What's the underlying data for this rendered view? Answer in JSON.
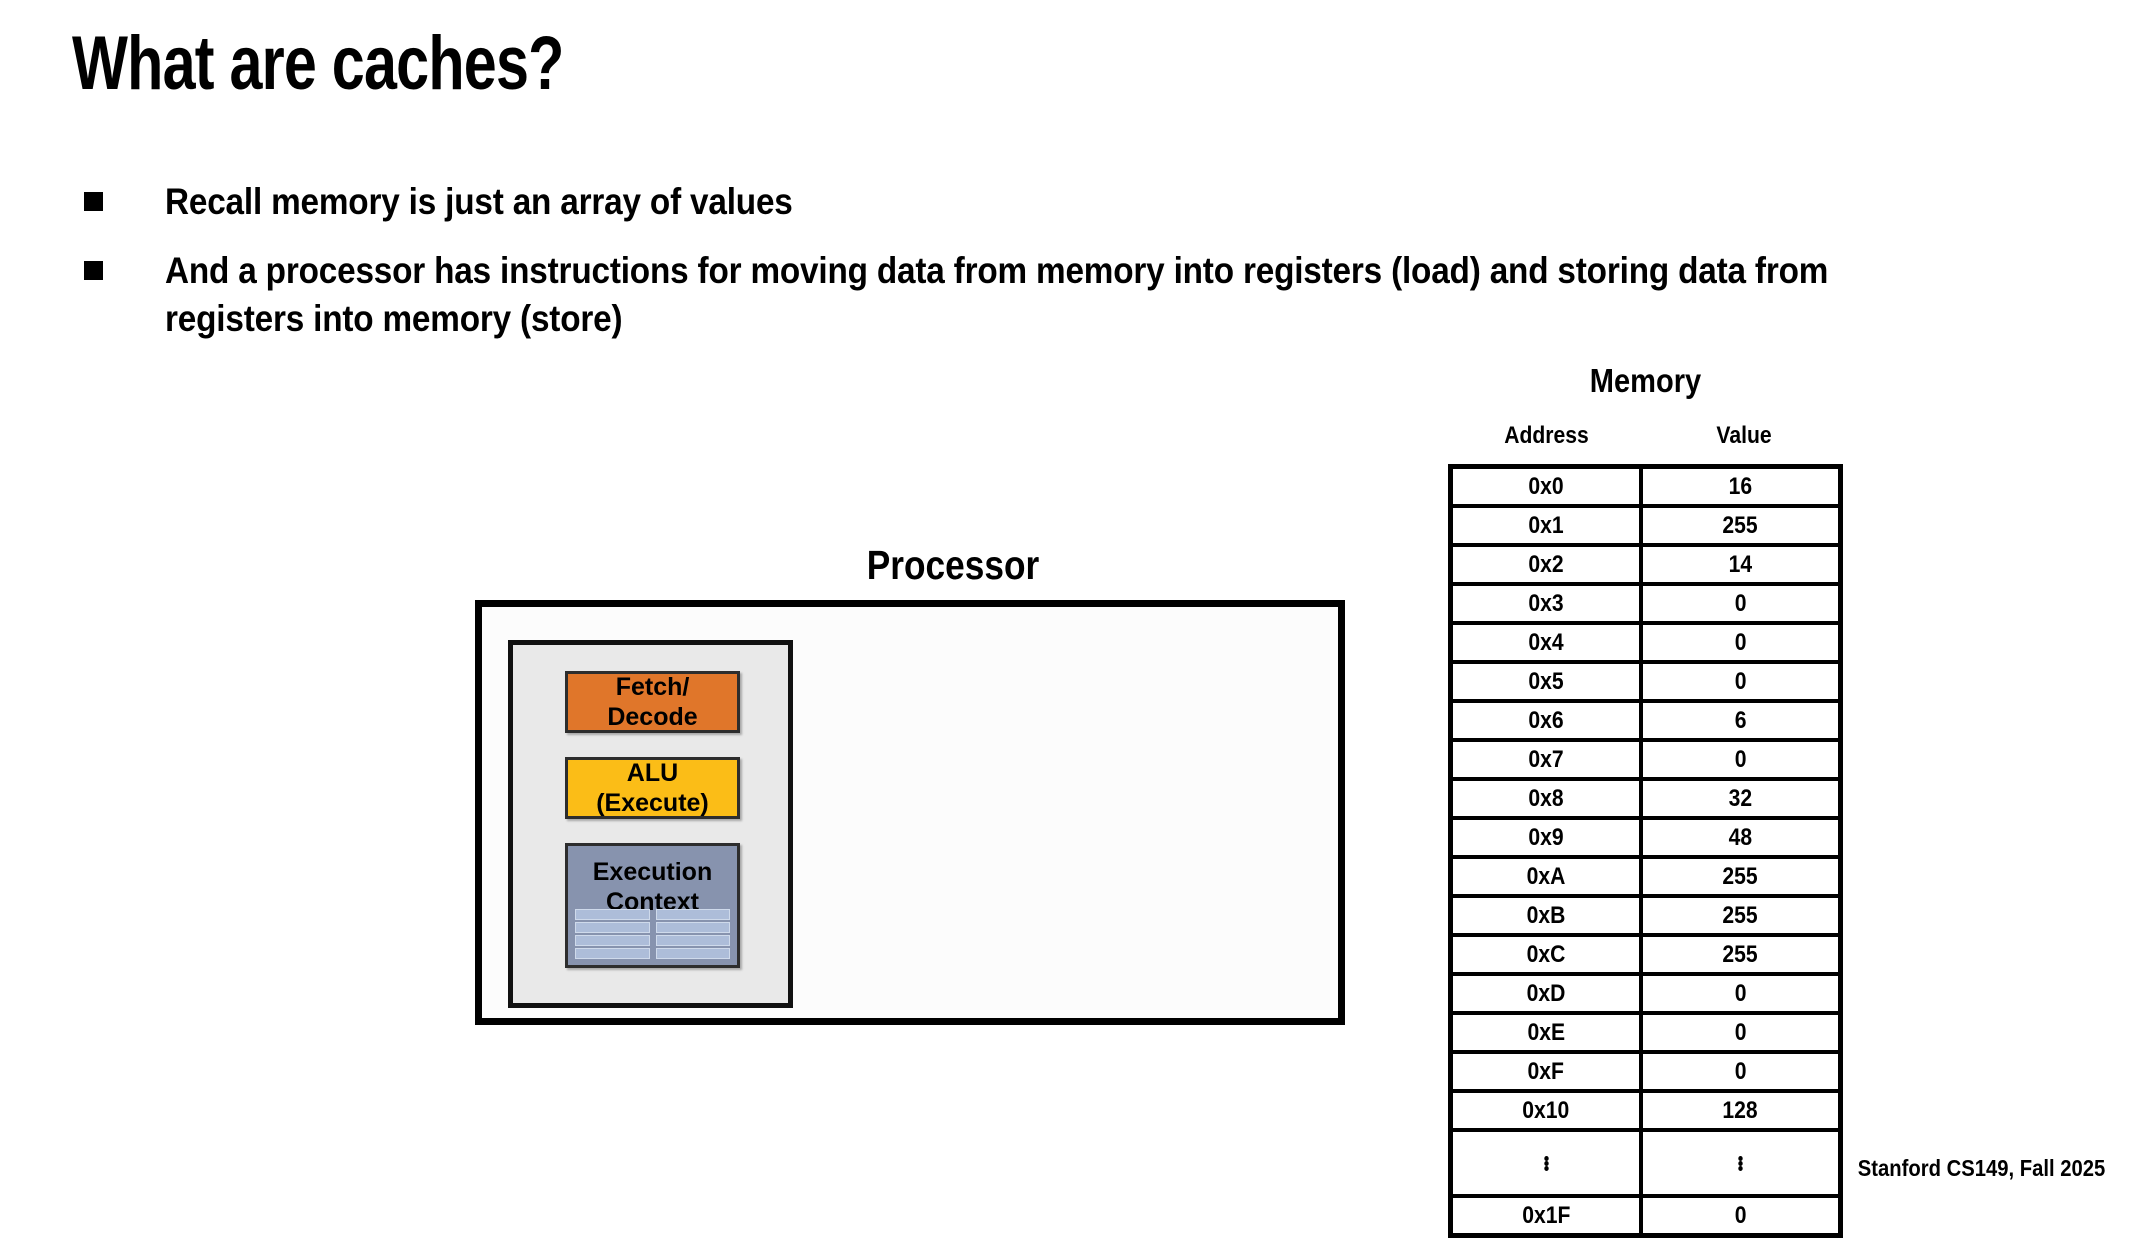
{
  "slide": {
    "title": "What are caches?",
    "footer": "Stanford CS149, Fall 2025"
  },
  "bullets": [
    {
      "text": "Recall memory is just an array of values"
    },
    {
      "text": "And a processor has instructions for moving data from memory into registers (load) and storing data from registers into memory (store)"
    }
  ],
  "processor": {
    "label": "Processor",
    "units": {
      "fetch_decode": "Fetch/\nDecode",
      "fetch_decode_line1": "Fetch/",
      "fetch_decode_line2": "Decode",
      "alu_line1": "ALU",
      "alu_line2": "(Execute)",
      "exec_context_line1": "Execution",
      "exec_context_line2": "Context"
    },
    "colors": {
      "fetch_decode": "#e0762a",
      "alu": "#fbbd17",
      "exec_context": "#8793ae",
      "register_cell": "#adbdd9",
      "core_fill": "#e9e9e9",
      "outer_fill": "#fcfcfc"
    },
    "register_grid": {
      "columns": 2,
      "rows": 4
    }
  },
  "memory": {
    "title": "Memory",
    "columns": [
      "Address",
      "Value"
    ],
    "rows": [
      {
        "address": "0x0",
        "value": "16"
      },
      {
        "address": "0x1",
        "value": "255"
      },
      {
        "address": "0x2",
        "value": "14"
      },
      {
        "address": "0x3",
        "value": "0"
      },
      {
        "address": "0x4",
        "value": "0"
      },
      {
        "address": "0x5",
        "value": "0"
      },
      {
        "address": "0x6",
        "value": "6"
      },
      {
        "address": "0x7",
        "value": "0"
      },
      {
        "address": "0x8",
        "value": "32"
      },
      {
        "address": "0x9",
        "value": "48"
      },
      {
        "address": "0xA",
        "value": "255"
      },
      {
        "address": "0xB",
        "value": "255"
      },
      {
        "address": "0xC",
        "value": "255"
      },
      {
        "address": "0xD",
        "value": "0"
      },
      {
        "address": "0xE",
        "value": "0"
      },
      {
        "address": "0xF",
        "value": "0"
      },
      {
        "address": "0x10",
        "value": "128"
      },
      {
        "address": "⋮",
        "value": "⋮",
        "ellipsis": true
      },
      {
        "address": "0x1F",
        "value": "0"
      }
    ]
  }
}
